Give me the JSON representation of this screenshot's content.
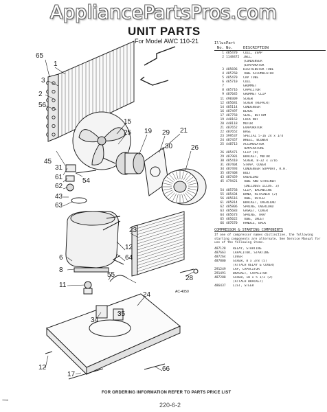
{
  "watermark": "AppliancePartsPros.com",
  "title": "UNIT PARTS",
  "subtitle": "For Model AWC 110-21",
  "parts_header": {
    "col1a": "Illus.",
    "col1b": "No.",
    "col2a": "Part",
    "col2b": "No.",
    "col3": "DESCRIPTION"
  },
  "parts": [
    {
      "n": "1",
      "p": "485470",
      "d": "COIL, EVAP"
    },
    {
      "n": "2",
      "p": "1148472",
      "d": "INCL."
    },
    {
      "n": "",
      "p": "",
      "d": "(CONDENSER"
    },
    {
      "n": "",
      "p": "",
      "d": "(EVAPORATOR"
    },
    {
      "n": "3",
      "p": "485696",
      "d": "DISTRIBUTOR TUBE"
    },
    {
      "n": "4",
      "p": "485760",
      "d": "TUBE ACCUMULATOR"
    },
    {
      "n": "5",
      "p": "485470",
      "d": "CAP TUBE"
    },
    {
      "n": "6",
      "p": "465710",
      "d": "COIL"
    },
    {
      "n": "7",
      "p": "",
      "d": "GROMMET"
    },
    {
      "n": "8",
      "p": "485716",
      "d": "CAPACITOR"
    },
    {
      "n": "9",
      "p": "487045",
      "d": "GROMMET CLIP"
    },
    {
      "n": "11",
      "p": "498309",
      "d": "SCREW"
    },
    {
      "n": "12",
      "p": "485681",
      "d": "SCREW (REPAIR)"
    },
    {
      "n": "14",
      "p": "485114",
      "d": "CONDENSER"
    },
    {
      "n": "16",
      "p": "487497",
      "d": "BLADE"
    },
    {
      "n": "17",
      "p": "487758",
      "d": "SEAL, BOTTOM"
    },
    {
      "n": "19",
      "p": "448163",
      "d": "LOCK NUT"
    },
    {
      "n": "20",
      "p": "448118",
      "d": "MOTOR"
    },
    {
      "n": "21",
      "p": "487652",
      "d": "EVAPORATOR"
    },
    {
      "n": "22",
      "p": "487652",
      "d": "BASE"
    },
    {
      "n": "23",
      "p": "399537",
      "d": "SPECIAL 5-16 24 x 1/4"
    },
    {
      "n": "24",
      "p": "487457",
      "d": "WHEEL, BLOWER"
    },
    {
      "n": "25",
      "p": "448713",
      "d": "ACCUMULATOR"
    },
    {
      "n": "",
      "p": "",
      "d": "TEMPERATURE"
    },
    {
      "n": "26",
      "p": "485471",
      "d": "CLIP (H)"
    },
    {
      "n": "29",
      "p": "487981",
      "d": "BRACKET, MOTOR"
    },
    {
      "n": "30",
      "p": "485410",
      "d": "SCREW, 8-32 x 3/16"
    },
    {
      "n": "31",
      "p": "487404",
      "d": "STRAP, COVER"
    },
    {
      "n": "34",
      "p": "487493",
      "d": "CONDENSER SUPPORT, R.H."
    },
    {
      "n": "35",
      "p": "487408",
      "d": "BOLT"
    },
    {
      "n": "43",
      "p": "487459",
      "d": "OVERLOAD"
    },
    {
      "n": "45",
      "p": "479421",
      "d": "TUBE AND STRAINER"
    },
    {
      "n": "",
      "p": "",
      "d": "(INCLUDES ILLUS. 3)"
    },
    {
      "n": "54",
      "p": "485758",
      "d": "CLIP, BALANCING"
    },
    {
      "n": "55",
      "p": "485434",
      "d": "BAND, RETAINER (2)"
    },
    {
      "n": "56",
      "p": "485616",
      "d": "TUBE, OUTLET"
    },
    {
      "n": "61",
      "p": "485814",
      "d": "BRACKET, OVERLOAD"
    },
    {
      "n": "62",
      "p": "485806",
      "d": "SPRING, OVERLOAD"
    },
    {
      "n": "63",
      "p": "485683",
      "d": "GASKET, COVER"
    },
    {
      "n": "64",
      "p": "485673",
      "d": "SPRING, TRAY"
    },
    {
      "n": "65",
      "p": "485022",
      "d": "TUBE, INLET"
    },
    {
      "n": "66",
      "p": "487670",
      "d": "HANDLE, BACK"
    }
  ],
  "compressor": {
    "title": "COMPRESSOR & STARTING COMPONENTS",
    "note": "If one of compressor names distinctive, the following starting components are alternate. See Service Manual for use of the following items.",
    "items": [
      {
        "p": "487128",
        "d": "RELAY, STARTING"
      },
      {
        "p": "487663",
        "d": "CAPACITOR, STARTING"
      },
      {
        "p": "487264",
        "d": "COVER"
      },
      {
        "p": "487800",
        "d": "SCREW, 8 x 3/8 (5)"
      },
      {
        "p": "",
        "d": "(ATTACH RELAY & COVER)"
      },
      {
        "p": "291249",
        "d": "CAP, CAPACITOR"
      },
      {
        "p": "291491",
        "d": "BRACKET, CAPACITOR"
      },
      {
        "p": "487288",
        "d": "SCREW, 10 x 5 1/2 (2)"
      },
      {
        "p": "",
        "d": "(ATTACH BRACKET)"
      },
      {
        "p": "486437",
        "d": "LIST, STEER"
      }
    ]
  },
  "diagram_code": "AC-4050",
  "footer": "FOR ORDERING INFORMATION REFER TO PARTS PRICE LIST",
  "page_number": "220-6-2",
  "small_text": "7006",
  "callouts": {
    "c65": "65",
    "c1": "1",
    "c3": "3",
    "c2": "2",
    "c56": "56",
    "c15": "15",
    "c25": "25",
    "c19": "19",
    "c29": "29",
    "c21": "21",
    "c30": "30",
    "c26": "26",
    "c45": "45",
    "c31": "31",
    "c54": "54",
    "c61": "61",
    "c62": "62",
    "c43": "43",
    "c63": "63",
    "c23": "23",
    "c12a": "12",
    "c64": "64",
    "c6": "6",
    "c8": "8",
    "c11": "11",
    "c55": "55",
    "c28": "28",
    "c24": "24",
    "c34": "34",
    "c35": "35",
    "c12b": "12",
    "c17": "17",
    "c66": "66"
  }
}
